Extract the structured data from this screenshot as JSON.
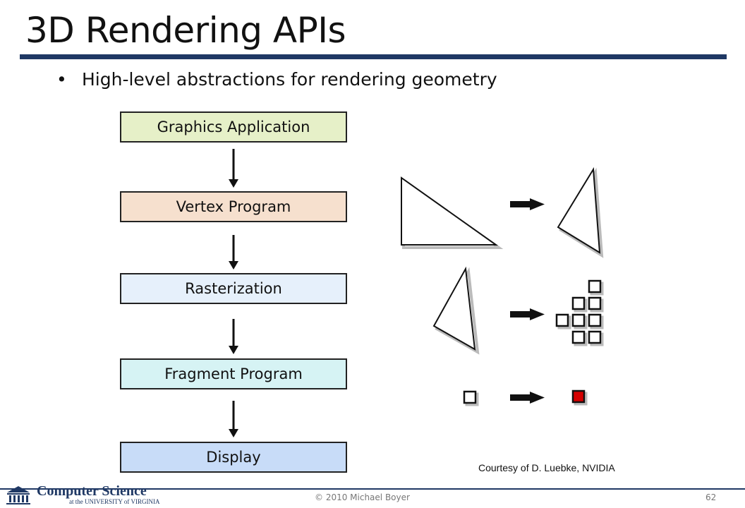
{
  "slide": {
    "title": "3D Rendering APIs",
    "bullet": "High-level abstractions for rendering geometry",
    "bullet_marker": "•"
  },
  "pipeline": {
    "stages": [
      {
        "label": "Graphics Application",
        "color": "#e6f0c8"
      },
      {
        "label": "Vertex Program",
        "color": "#f6e0ce"
      },
      {
        "label": "Rasterization",
        "color": "#e6f0fb"
      },
      {
        "label": "Fragment Program",
        "color": "#d6f3f4"
      },
      {
        "label": "Display",
        "color": "#c8dcf8"
      }
    ]
  },
  "illustration": {
    "fragment_fill": "#d40000"
  },
  "credit": "Courtesy of D. Luebke, NVIDIA",
  "footer": {
    "logo_main": "Computer Science",
    "logo_sub": "at the UNIVERSITY of VIRGINIA",
    "copyright": "© 2010 Michael Boyer",
    "page_number": "62"
  },
  "colors": {
    "title_rule": "#1f3864"
  }
}
